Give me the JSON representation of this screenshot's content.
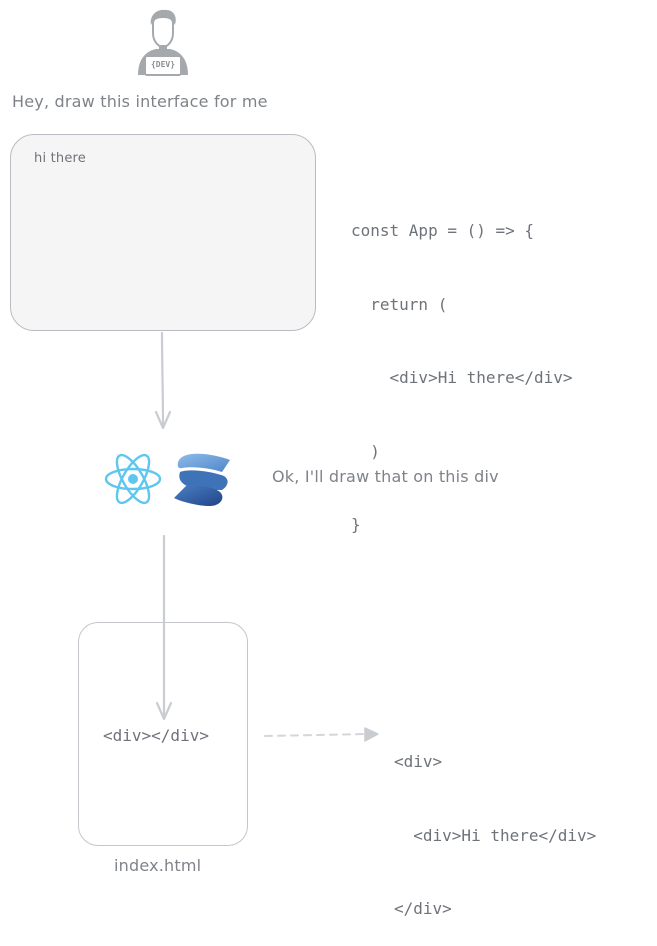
{
  "dev": {
    "avatar_icon": "developer-avatar-icon",
    "badge_text": "{DEV}",
    "request": "Hey, draw this interface for me"
  },
  "mockup": {
    "text": "hi there"
  },
  "code": {
    "lines": [
      "const App = () => {",
      "  return (",
      "    <div>Hi there</div>",
      "  )",
      "}"
    ]
  },
  "frameworks": {
    "icons": [
      "react-logo-icon",
      "solidjs-logo-icon"
    ],
    "reply": "Ok, I'll draw that on this div"
  },
  "html_file": {
    "content": "<div></div>",
    "label": "index.html"
  },
  "output": {
    "lines": [
      "<div>",
      "  <div>Hi there</div>",
      "</div>"
    ]
  },
  "colors": {
    "stroke": "#c9ccd1",
    "text": "#7f8389",
    "react": "#5fc7ef",
    "solid_dark": "#2c5296",
    "solid_light": "#76a7dc"
  }
}
